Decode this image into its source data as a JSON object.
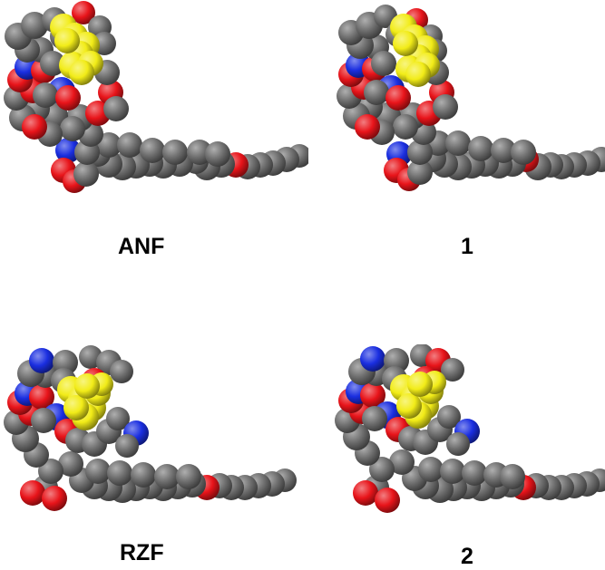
{
  "figure": {
    "background": "#ffffff",
    "atom_colors": {
      "carbon": "#6e6e6e",
      "oxygen": "#e8141a",
      "nitrogen": "#1a2ee0",
      "sulfur": "#f2ec18"
    },
    "panels": [
      {
        "id": "anf",
        "label": "ANF"
      },
      {
        "id": "1",
        "label": "1"
      },
      {
        "id": "rzf",
        "label": "RZF"
      },
      {
        "id": "2",
        "label": "2"
      }
    ]
  }
}
